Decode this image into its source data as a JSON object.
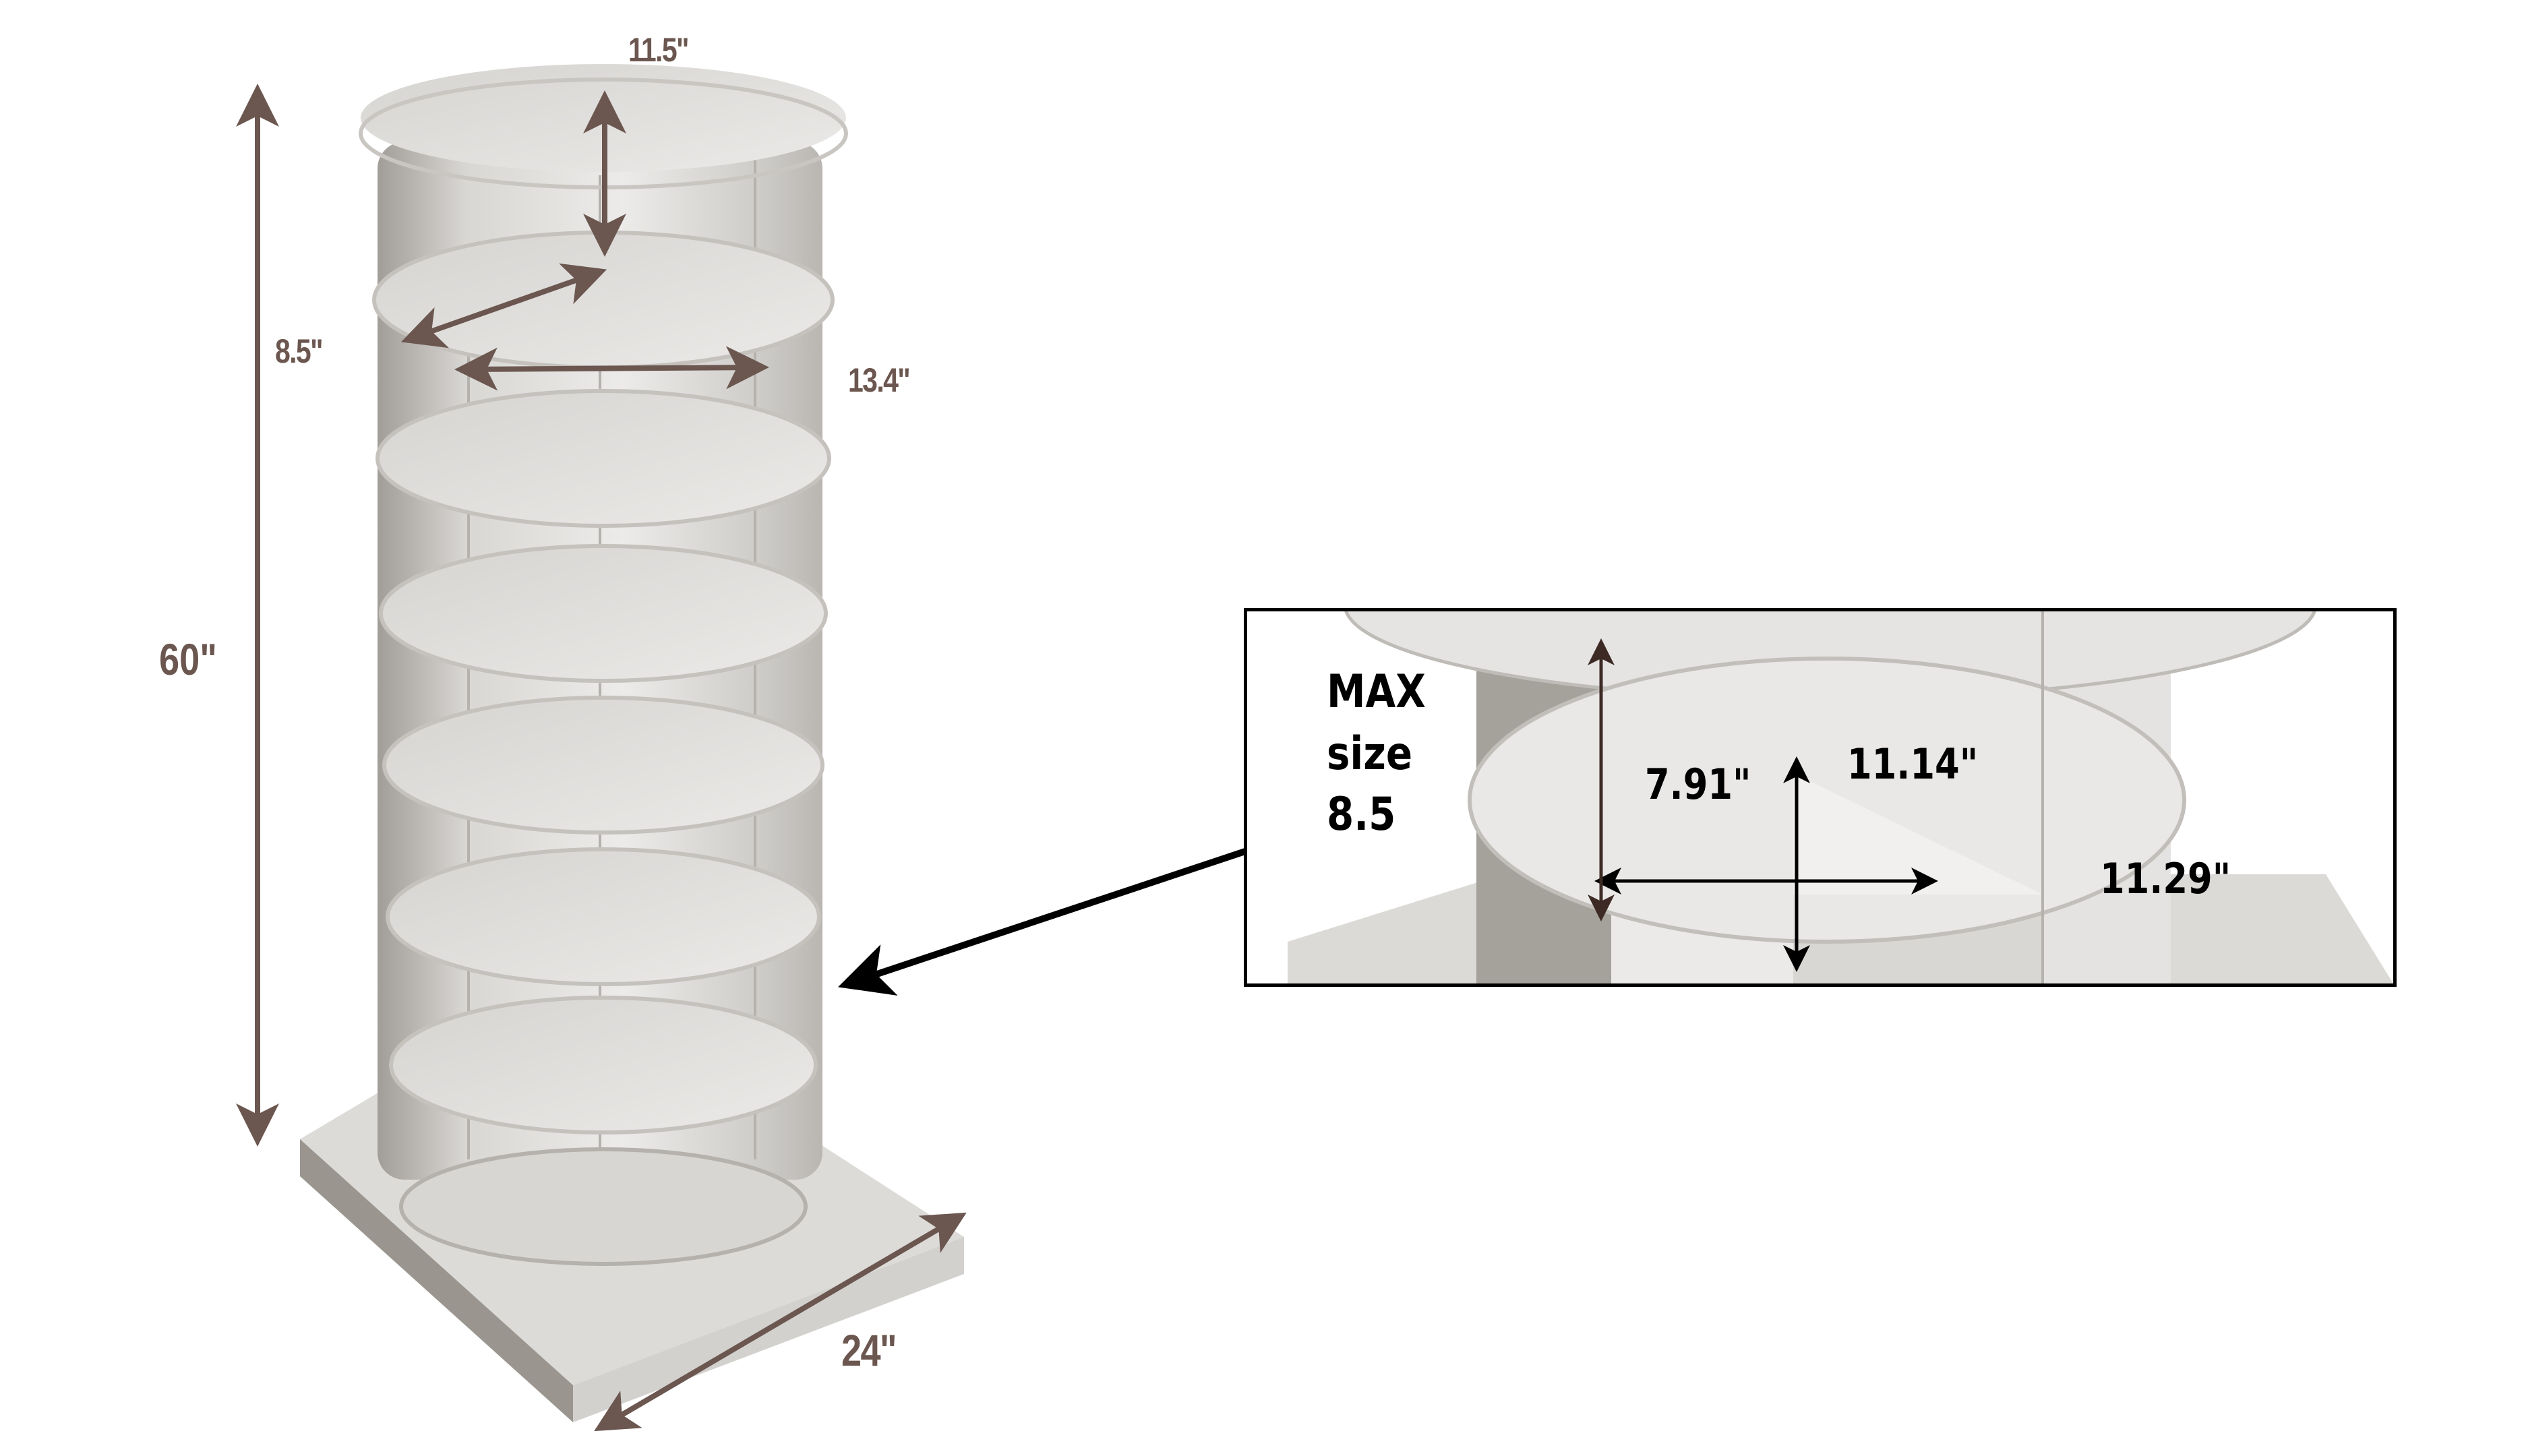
{
  "colors": {
    "dimension": "#6b5750",
    "inset_text": "#000000",
    "furniture_light": "#e6e5e3",
    "furniture_mid": "#cfcdca",
    "furniture_dark": "#9c9893",
    "background": "#ffffff"
  },
  "main_view": {
    "product": "rotating-tower-shoe-rack",
    "tiers": 7,
    "dimensions": {
      "top_height": "11.5\"",
      "shelf_depth": "8.5\"",
      "shelf_width": "13.4\"",
      "total_height": "60\"",
      "base_width": "24\""
    }
  },
  "inset": {
    "note_line1": "MAX",
    "note_line2": "size",
    "note_line3": "8.5",
    "dimensions": {
      "compartment_height": "7.91\"",
      "compartment_depth": "11.14\"",
      "compartment_width": "11.29\""
    }
  }
}
